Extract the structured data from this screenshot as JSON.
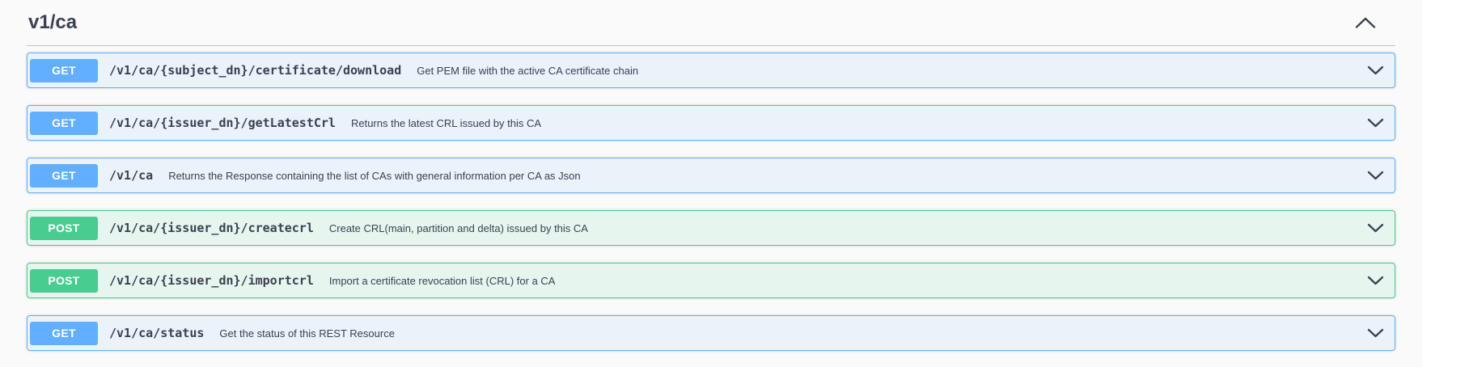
{
  "section": {
    "title": "v1/ca",
    "operations": [
      {
        "method": "GET",
        "path": "/v1/ca/{subject_dn}/certificate/download",
        "description": "Get PEM file with the active CA certificate chain"
      },
      {
        "method": "GET",
        "path": "/v1/ca/{issuer_dn}/getLatestCrl",
        "description": "Returns the latest CRL issued by this CA"
      },
      {
        "method": "GET",
        "path": "/v1/ca",
        "description": "Returns the Response containing the list of CAs with general information per CA as Json"
      },
      {
        "method": "POST",
        "path": "/v1/ca/{issuer_dn}/createcrl",
        "description": "Create CRL(main, partition and delta) issued by this CA"
      },
      {
        "method": "POST",
        "path": "/v1/ca/{issuer_dn}/importcrl",
        "description": "Import a certificate revocation list (CRL) for a CA"
      },
      {
        "method": "GET",
        "path": "/v1/ca/status",
        "description": "Get the status of this REST Resource"
      }
    ]
  },
  "icons": {
    "section_collapse": "chevron-up-icon",
    "operation_expand": "chevron-down-icon"
  },
  "colors": {
    "get": "#61affe",
    "post": "#49cc90",
    "text": "#3b4151",
    "get_row_bg": "#eaf2fa",
    "post_row_bg": "#e8f5ef",
    "container_bg": "#fafafa",
    "page_bg": "#ffffff"
  }
}
